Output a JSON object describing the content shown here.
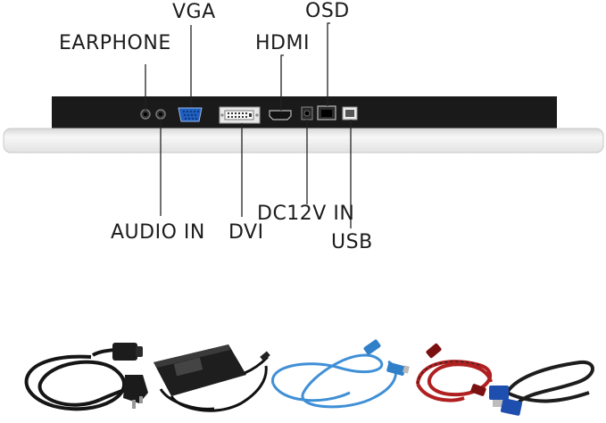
{
  "ports": {
    "earphone": "EARPHONE",
    "vga": "VGA",
    "hdmi": "HDMI",
    "osd": "OSD",
    "audio_in": "AUDIO IN",
    "dvi": "DVI",
    "dc_in": "DC12V IN",
    "usb": "USB"
  },
  "accessories": [
    "power-cord",
    "power-adapter",
    "usb-cable",
    "hdmi-cable",
    "vga-cable"
  ],
  "colors": {
    "panel": "#1a1a1a",
    "bezel": "#eeeeee",
    "vga_port": "#1f5fbf",
    "usb_cable": "#3f8fd6",
    "hdmi_cable": "#b02020",
    "leader_line": "#222222"
  }
}
